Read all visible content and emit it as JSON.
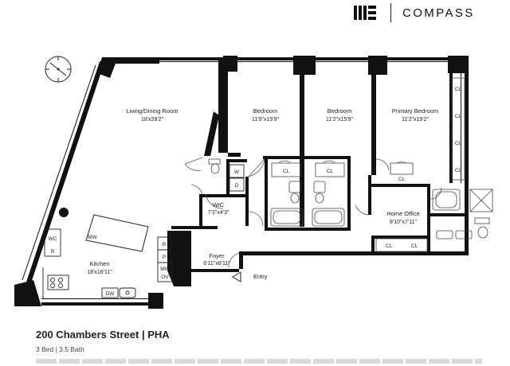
{
  "brand": {
    "name": "COMPASS",
    "logo_icon": "compass-logo-icon"
  },
  "rooms": {
    "living_dining": {
      "name": "Living/Dining Room",
      "dims": "18'x28'2\""
    },
    "bedroom1": {
      "name": "Bedroom",
      "dims": "11'9\"x15'9\""
    },
    "bedroom2": {
      "name": "Bedroom",
      "dims": "11'2\"x15'9\""
    },
    "primary": {
      "name": "Primary Bedroom",
      "dims": "11'2\"x19'2\""
    },
    "wic": {
      "name": "WIC",
      "dims": "7'3\"x4'3\""
    },
    "home_office": {
      "name": "Home Office",
      "dims": "8'10\"x7'11\""
    },
    "foyer": {
      "name": "Foyer",
      "dims": "6'11\"x8'11\""
    },
    "kitchen": {
      "name": "Kitchen",
      "dims": "18'x16'11\""
    }
  },
  "fixtures": {
    "cl": "CL",
    "wc": "WC",
    "mw": "MW",
    "dw": "DW",
    "w": "W",
    "d": "D",
    "r": "R",
    "p": "P",
    "ov": "OV",
    "mw_ov": "MW\nOV"
  },
  "entry_label": "Entry",
  "footer": {
    "title": "200 Chambers Street | PHA",
    "subtitle": "3 Bed | 3.5 Bath"
  }
}
